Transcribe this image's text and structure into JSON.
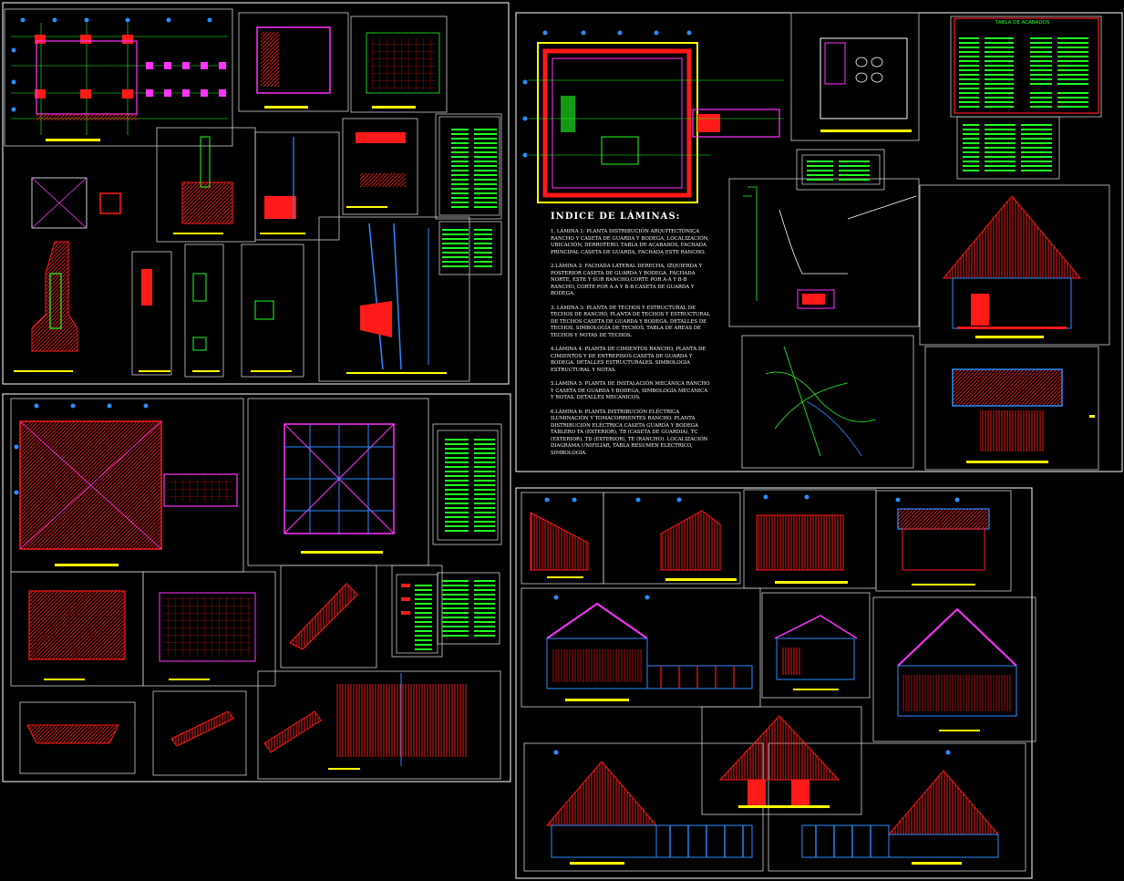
{
  "document": {
    "index_title": "INDICE DE LÁMINAS:",
    "index_items": [
      "1. LÁMINA 1: PLANTA DISTRIBUCIÓN ARQUITECTÓNICA RANCHO Y CASETA DE GUARDA Y BODEGA, LOCALIZACIÓN, UBICACIÓN, DERROTERO, TABLA DE ACABADOS, FACHADA PRINCIPAL CASETA DE GUARDA, FACHADA ESTE RANCHO.",
      "2.LÁMINA 2: FACHADA LATERAL DERECHA, IZQUIERDA Y POSTERIOR CASETA DE GUARDA Y BODEGA. FACHADA NORTE, ESTE Y SUR RANCHO,CORTE POR A-A Y B-B RANCHO, CORTE POR A-A Y B-B CASETA DE GUARDA Y BODEGA.",
      "3. LÁMINA 3: PLANTA DE TECHOS Y ESTRUCTURAL DE TECHOS DE RANCHO, PLANTA DE TECHOS Y ESTRUCTURAL DE TECHOS CASETA DE GUARDA Y BODEGA. DETALLES DE TECHOS, SIMBOLOGÍA DE TECHOS, TABLA DE AREAS DE TECHOS Y NOTAS DE TECHOS.",
      "4.LÁMINA 4: PLANTA DE CIMIENTOS RANCHO, PLANTA DE CIMIENTOS Y DE ENTREPISOS CASETA DE GUARDA Y BODEGA. DETALLES ESTRUCTURALES. SIMBOLOGÍA ESTRUCTURAL Y NOTAS.",
      "5.LÁMINA 5: PLANTA DE INSTALACIÓN MECÁNICA RANCHO Y CASETA DE GUARDA Y BODEGA, SIMBOLOGÍA MECÁNICA Y NOTAS. DETALLES MECÁNICOS.",
      "6.LÁMINA 6: PLANTA DISTRIBUCIÓN ELÉCTRICA ILUMINACIÓN Y TOMACORRIENTES RANCHO. PLANTA DISTRIBUCIÓN ELÉCTRICA CASETA GUARDA Y BODEGA TABLERO TA (exterior), TB (caseta de guardia), TC (exterior), TD (exterior), TE (rancho). LOCALIZACIÓN DIAGRAMA UNIFILIAR, TABLA RESUMEN ELÉCTRICO, SIMBOLOGÍA."
    ],
    "finishes_table_title": "TABLA DE ACABADOS"
  },
  "colors": {
    "background": "#000000",
    "sheet_border": "#ffffff",
    "structure_red": "#ff1a1a",
    "annotation_green": "#22ff22",
    "dimension_blue": "#2a8cff",
    "highlight_magenta": "#ff33ff",
    "title_bar_yellow": "#ffff00",
    "text_white": "#ffffff"
  }
}
